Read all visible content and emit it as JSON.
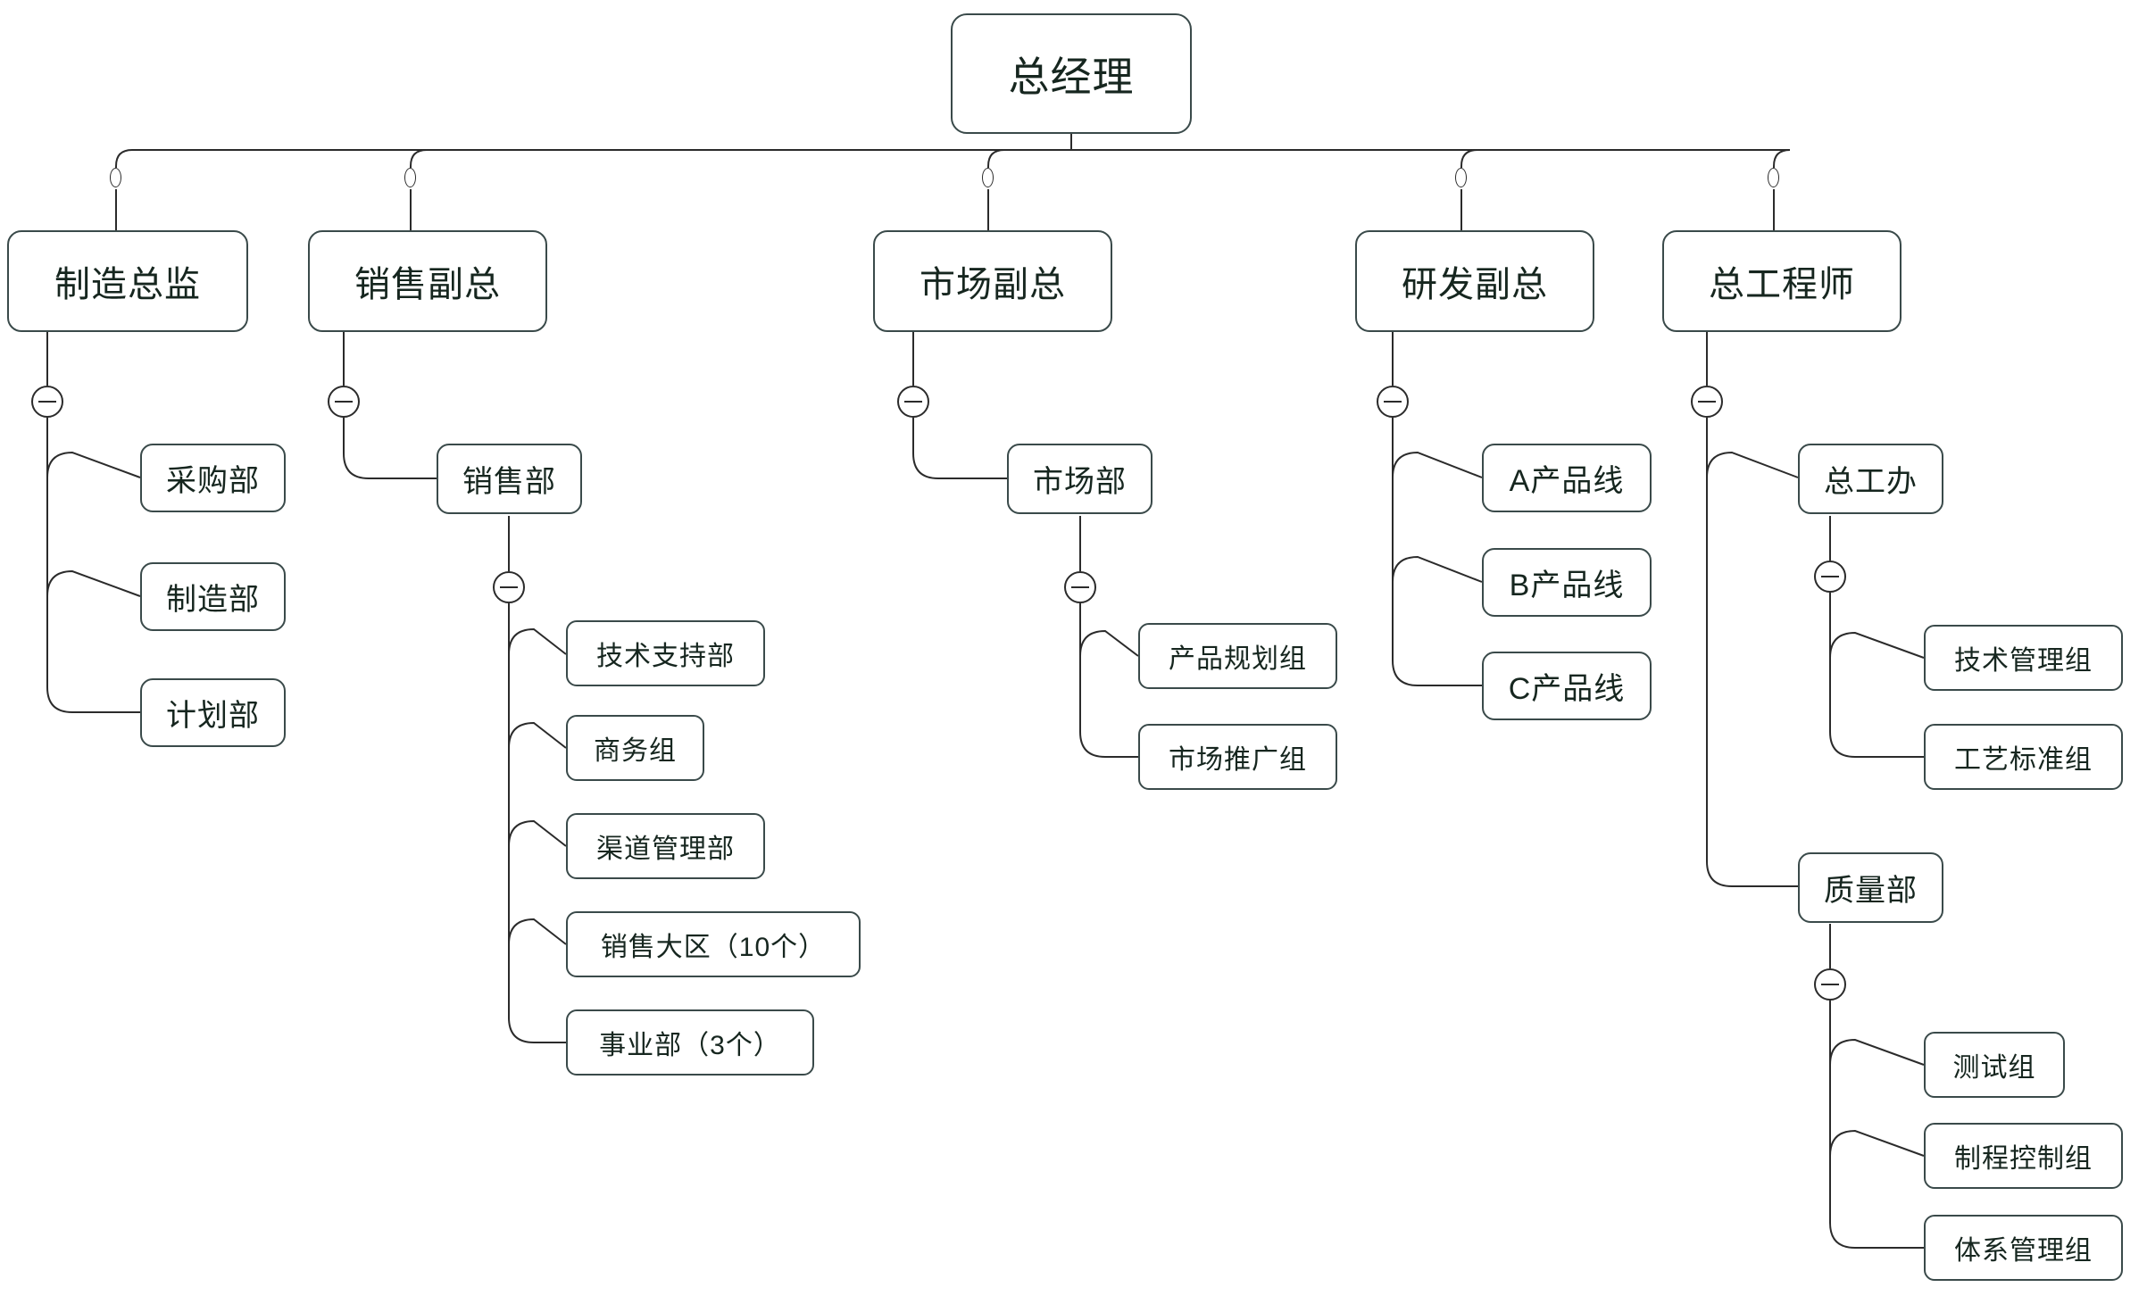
{
  "diagram": {
    "type": "org-chart",
    "title_node": "总经理",
    "stroke_color": "#3a4a4a",
    "text_color": "#16261f",
    "background": "#ffffff",
    "toggle_icon": "minus-circle-icon",
    "toggle_state": "expanded"
  },
  "nodes": {
    "root": "总经理",
    "level2": [
      "制造总监",
      "销售副总",
      "市场副总",
      "研发副总",
      "总工程师"
    ],
    "manufacturing_children": [
      "采购部",
      "制造部",
      "计划部"
    ],
    "sales_child": "销售部",
    "sales_dept_children": [
      "技术支持部",
      "商务组",
      "渠道管理部",
      "销售大区（10个）",
      "事业部（3个）"
    ],
    "market_child": "市场部",
    "market_dept_children": [
      "产品规划组",
      "市场推广组"
    ],
    "rd_children": [
      "A产品线",
      "B产品线",
      "C产品线"
    ],
    "chief_children": [
      "总工办",
      "质量部"
    ],
    "chief_office_children": [
      "技术管理组",
      "工艺标准组"
    ],
    "quality_children": [
      "测试组",
      "制程控制组",
      "体系管理组"
    ]
  }
}
